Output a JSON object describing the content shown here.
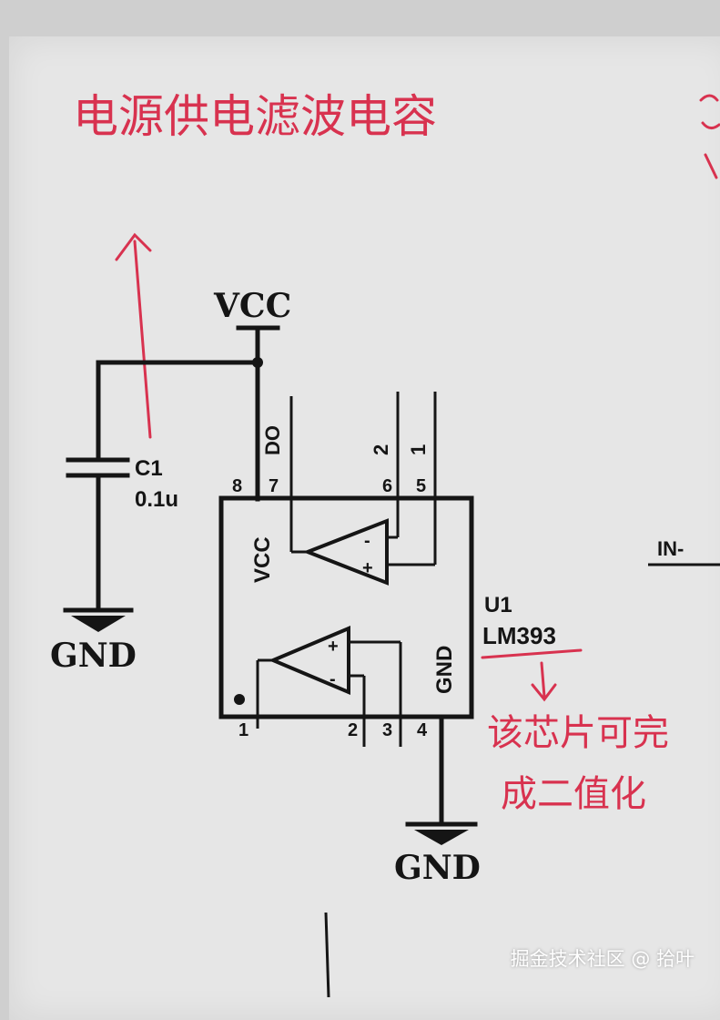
{
  "annotations": {
    "top_note": "电源供电滤波电容",
    "chip_note_line1": "该芯片可完",
    "chip_note_line2": "成二值化",
    "right_edge_fragment": "IN-"
  },
  "schematic": {
    "vcc_label": "VCC",
    "gnd_left_label": "GND",
    "gnd_bottom_label": "GND",
    "cap_ref": "C1",
    "cap_value": "0.1u",
    "chip_ref": "U1",
    "chip_part": "LM393",
    "chip_vcc_pin": "VCC",
    "chip_gnd_pin": "GND",
    "pin_8": "8",
    "pin_7": "7",
    "pin_6": "6",
    "pin_5": "5",
    "pin_1": "1",
    "pin_2": "2",
    "pin_3": "3",
    "pin_4": "4",
    "net_do": "DO",
    "net_2": "2",
    "net_1": "1",
    "comp_minus": "-",
    "comp_plus": "+"
  },
  "watermark": "掘金技术社区 @ 拾叶",
  "colors": {
    "ink": "#151515",
    "red_pen": "#d8324f",
    "paper": "#e6e6e6"
  }
}
